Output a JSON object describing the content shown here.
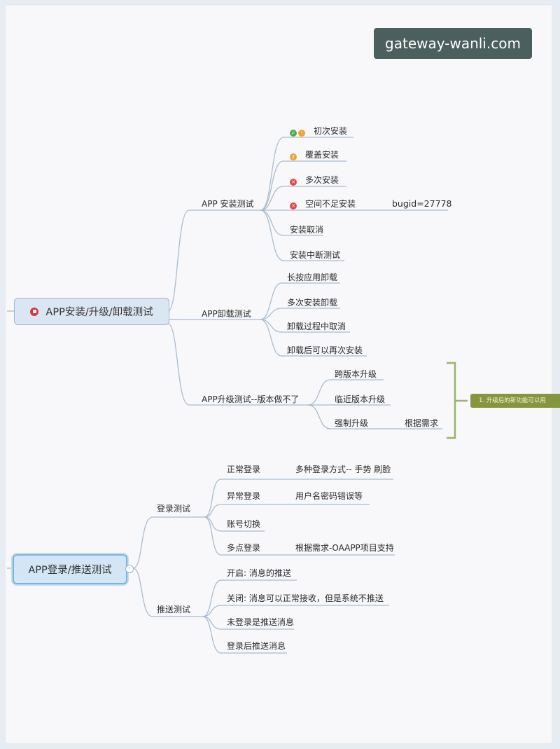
{
  "watermark": "gateway-wanli.com",
  "root1": {
    "label": "APP安装/升级/卸载测试",
    "flag_icon": "red-flag-icon"
  },
  "root2": {
    "label": "APP登录/推送测试"
  },
  "install": {
    "label": "APP 安装测试",
    "items": [
      "初次安装",
      "覆盖安装",
      "多次安装",
      "空间不足安装",
      "安装取消",
      "安装中断测试"
    ],
    "bug_note": "bugid=27778"
  },
  "uninstall": {
    "label": "APP卸载测试",
    "items": [
      "长按应用卸载",
      "多次安装卸载",
      "卸载过程中取消",
      "卸载后可以再次安装"
    ]
  },
  "upgrade": {
    "label": "APP升级测试--版本做不了",
    "items": [
      "跨版本升级",
      "临近版本升级",
      "强制升级"
    ],
    "force_note": "根据需求",
    "summary": "1. 升级后的新功能可以用"
  },
  "login": {
    "label": "登录测试",
    "items": [
      "正常登录",
      "异常登录",
      "账号切换",
      "多点登录"
    ],
    "notes": [
      "多种登录方式-- 手势  刷脸",
      "用户名密码错误等",
      "根据需求-OAAPP项目支持"
    ]
  },
  "push": {
    "label": "推送测试",
    "items": [
      "开启:  消息的推送",
      "关闭:  消息可以正常接收，但是系统不推送",
      "未登录是推送消息",
      "登录后推送消息"
    ]
  },
  "colors": {
    "line": "#a9bccf",
    "bracket": "#9db26a",
    "bubble": "#86963e"
  }
}
